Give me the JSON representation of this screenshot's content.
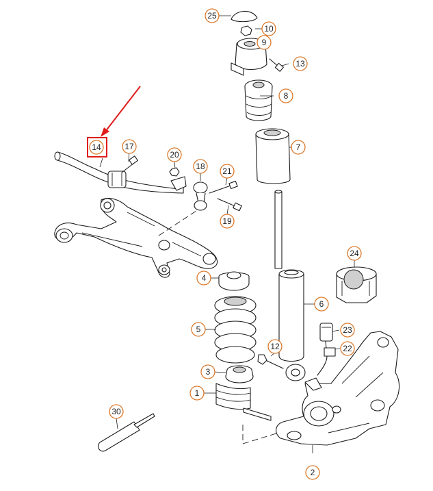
{
  "callouts": [
    {
      "id": "c1",
      "label": "1"
    },
    {
      "id": "c2",
      "label": "2"
    },
    {
      "id": "c3",
      "label": "3"
    },
    {
      "id": "c4",
      "label": "4"
    },
    {
      "id": "c5",
      "label": "5"
    },
    {
      "id": "c6",
      "label": "6"
    },
    {
      "id": "c7",
      "label": "7"
    },
    {
      "id": "c8",
      "label": "8"
    },
    {
      "id": "c9",
      "label": "9"
    },
    {
      "id": "c10",
      "label": "10"
    },
    {
      "id": "c12",
      "label": "12"
    },
    {
      "id": "c13",
      "label": "13"
    },
    {
      "id": "c14",
      "label": "14"
    },
    {
      "id": "c17",
      "label": "17"
    },
    {
      "id": "c18",
      "label": "18"
    },
    {
      "id": "c19",
      "label": "19"
    },
    {
      "id": "c20",
      "label": "20"
    },
    {
      "id": "c21",
      "label": "21"
    },
    {
      "id": "c22",
      "label": "22"
    },
    {
      "id": "c23",
      "label": "23"
    },
    {
      "id": "c24",
      "label": "24"
    },
    {
      "id": "c25",
      "label": "25"
    },
    {
      "id": "c30",
      "label": "30"
    }
  ],
  "highlight": {
    "target": "14",
    "color": "#e01b1b"
  }
}
